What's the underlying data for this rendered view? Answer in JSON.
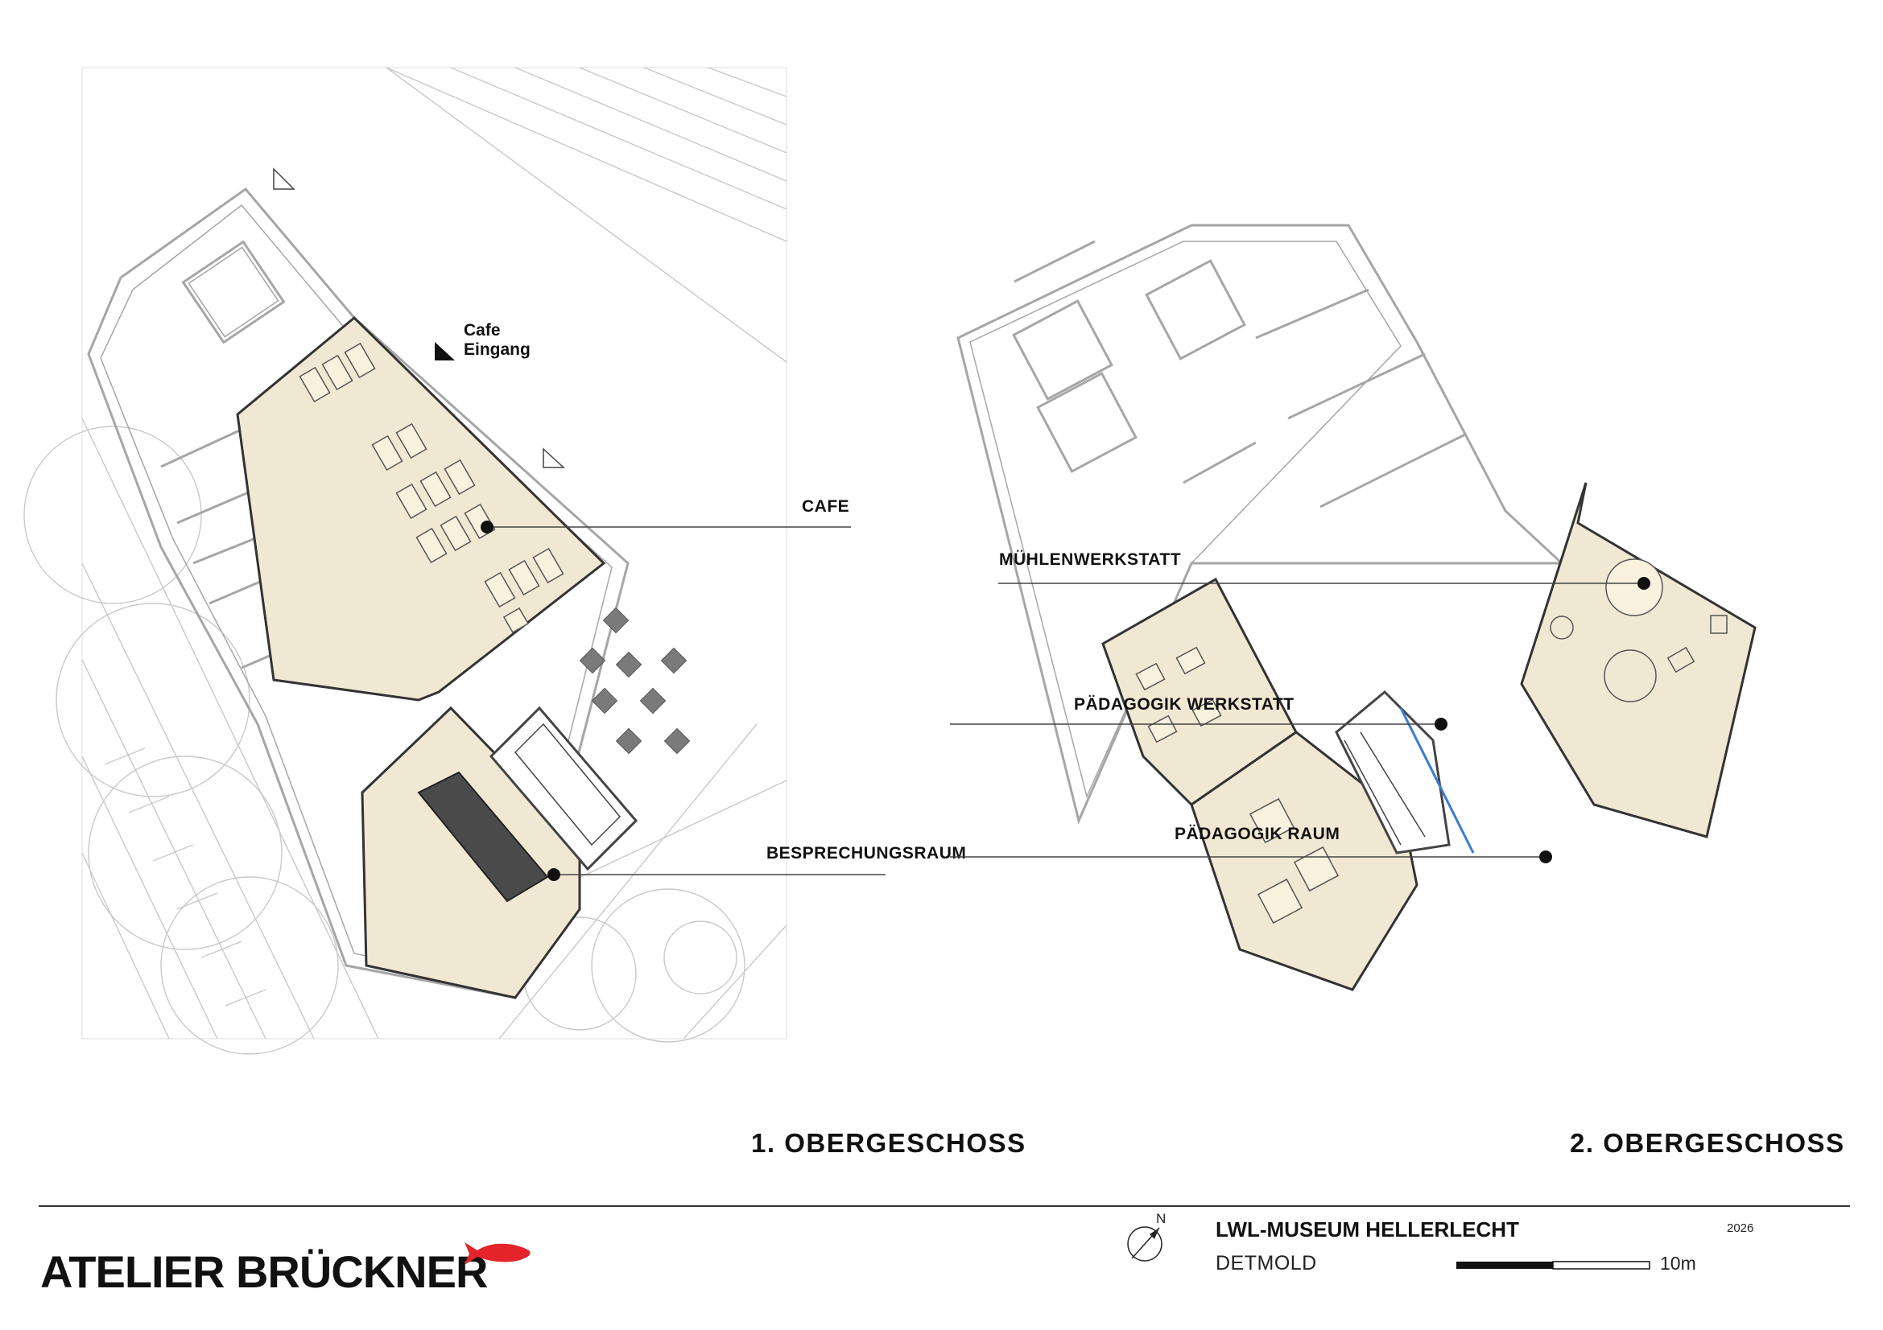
{
  "plans": {
    "first": {
      "title": "1. OBERGESCHOSS",
      "entrance_line1": "Cafe",
      "entrance_line2": "Eingang",
      "labels": {
        "cafe": "CAFE",
        "meeting": "BESPRECHUNGSRAUM"
      }
    },
    "second": {
      "title": "2. OBERGESCHOSS",
      "labels": {
        "mill_workshop": "MÜHLENWERKSTATT",
        "edu_workshop": "PÄDAGOGIK WERKSTATT",
        "edu_room": "PÄDAGOGIK RAUM"
      }
    }
  },
  "footer": {
    "company": "ATELIER BRÜCKNER",
    "project": "LWL-MUSEUM HELLERLECHT",
    "city": "DETMOLD",
    "year": "2026",
    "north_label": "N",
    "scale_label": "10m"
  },
  "colors": {
    "room_fill": "#f1e8d3",
    "line_gray": "#b3b3b3",
    "accent_red": "#e3242b"
  }
}
